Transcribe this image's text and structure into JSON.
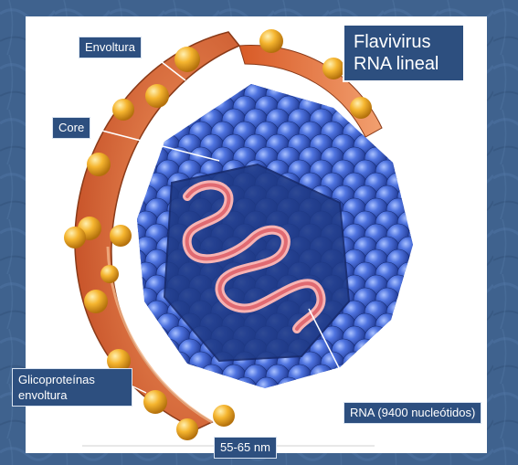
{
  "title": {
    "line1": "Flavivirus",
    "line2": "RNA lineal"
  },
  "labels": {
    "envoltura": "Envoltura",
    "core": "Core",
    "glicoproteinas": "Glicoproteínas envoltura",
    "rna": "RNA (9400 nucleótidos)",
    "size": "55-65 nm"
  },
  "colors": {
    "background": "#3d5f8a",
    "label_bg": "#2d4f7f",
    "envelope": "#e0703a",
    "glycoprotein": "#f2b234",
    "capsid": "#2c4fb0",
    "rna": "#e87a82"
  }
}
